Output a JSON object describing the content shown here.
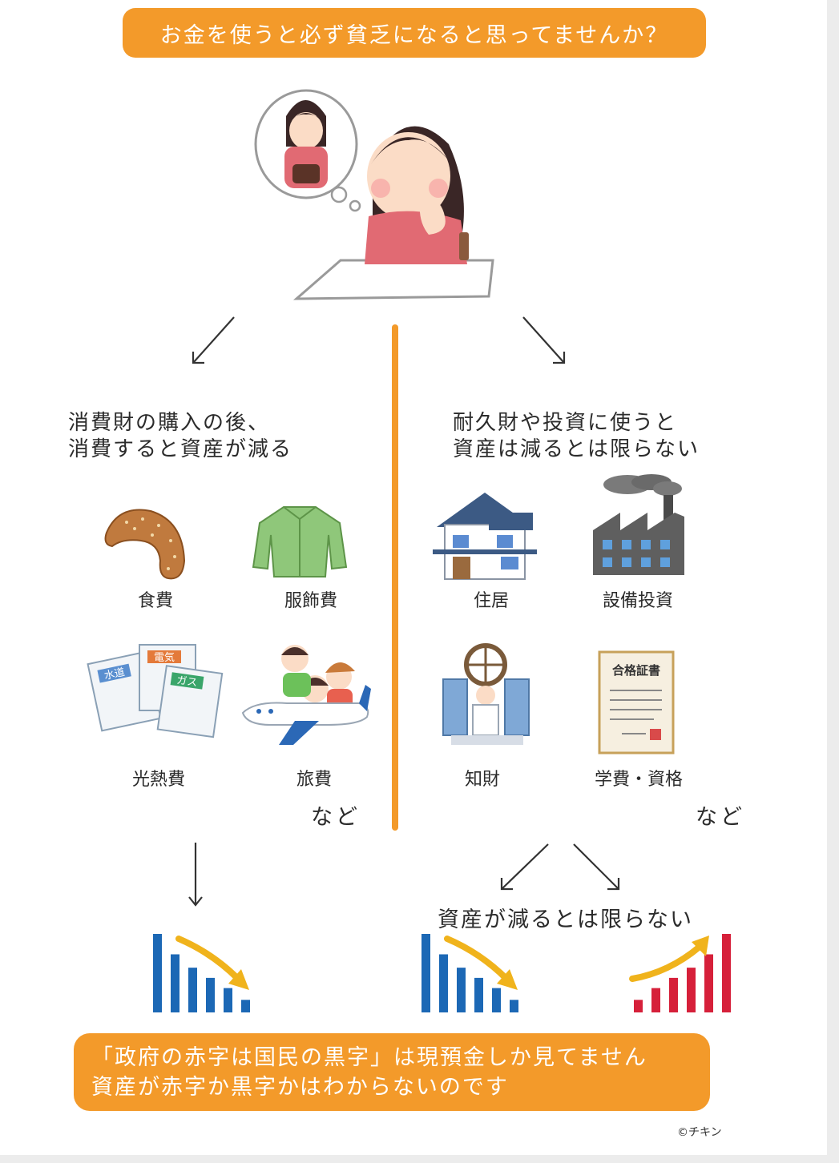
{
  "top_banner": "お金を使うと必ず貧乏になると思ってませんか？",
  "left": {
    "heading_lines": [
      "消費財の購入の後、",
      "消費すると資産が減る"
    ],
    "items": [
      "食費",
      "服飾費",
      "光熱費",
      "旅費"
    ],
    "etc": "など"
  },
  "right": {
    "heading_lines": [
      "耐久財や投資に使うと",
      "資産は減るとは限らない"
    ],
    "items": [
      "住居",
      "設備投資",
      "知財",
      "学費・資格"
    ],
    "etc": "など"
  },
  "result_text": "資産が減るとは限らない",
  "bill_labels": [
    "電気",
    "水道",
    "ガス"
  ],
  "certificate_title": "合格証書",
  "bottom_banner": [
    "「政府の赤字は国民の黒字」は現預金しか見てません",
    "資産が赤字か黒字かはわからないのです"
  ],
  "copyright": "©チキン",
  "charts": [
    {
      "trend": "down",
      "color": "#1c68b5",
      "values": [
        100,
        74,
        57,
        44,
        31,
        16
      ]
    },
    {
      "trend": "down",
      "color": "#1c68b5",
      "values": [
        100,
        74,
        57,
        44,
        31,
        16
      ]
    },
    {
      "trend": "up",
      "color": "#d6203a",
      "values": [
        16,
        31,
        44,
        57,
        74,
        100
      ]
    }
  ],
  "colors": {
    "accent": "#f39a2a",
    "blue": "#1c68b5",
    "red": "#d6203a",
    "arrow": "#f0b31c"
  }
}
